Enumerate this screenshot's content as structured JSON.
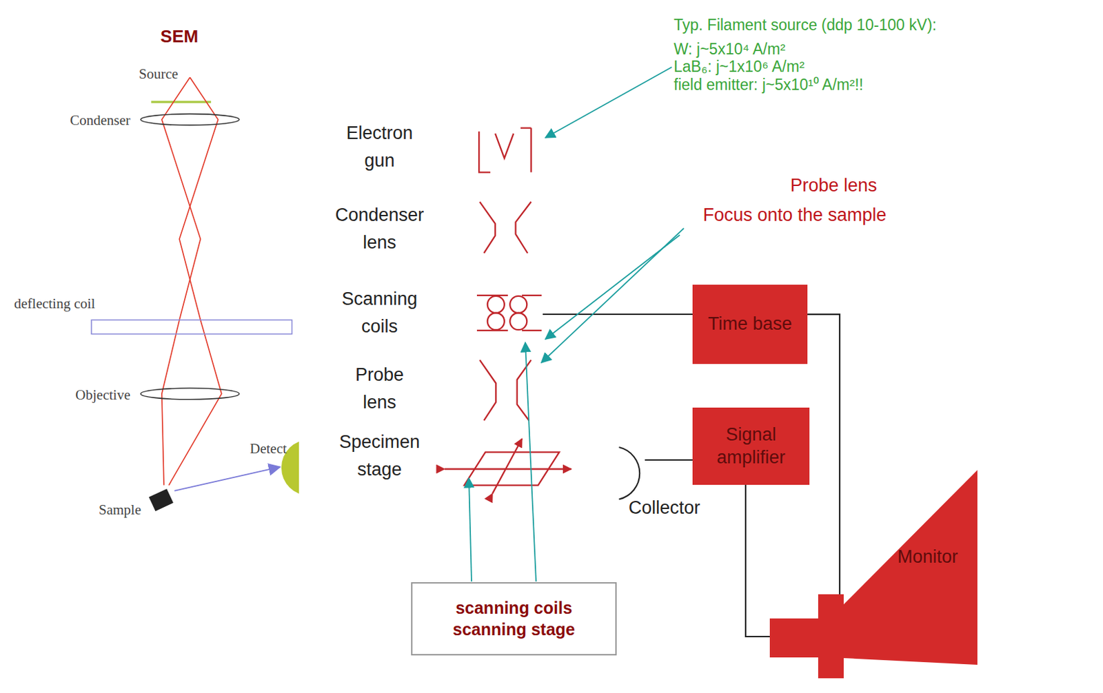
{
  "diagram": {
    "nodes": [
      {
        "text": [
          "Time base"
        ]
      },
      {
        "text": [
          "Signal amplifier"
        ]
      },
      {
        "text": [
          "Monitor"
        ]
      },
      {
        "text": [
          "scanning coils scanning stage"
        ]
      }
    ],
    "edges": [
      {
        "from": 0,
        "to": 2,
        "arrow": "none"
      },
      {
        "from": 1,
        "to": 2,
        "arrow": "none"
      }
    ],
    "labels": [
      "SEM",
      "Source",
      "Condenser",
      "deflecting coil",
      "Objective",
      "Detect",
      "Sample",
      "Typ. Filament source (ddp 10-100 kV):",
      "W: j~5x10⁴ A/m²",
      "LaB₆: j~1x10⁶ A/m²",
      "field emitter: j~5x10¹⁰ A/m²!!",
      "Electron gun",
      "Probe lens",
      "Focus onto the sample",
      "Condenser lens",
      "Scanning coils",
      "Probe lens",
      "Specimen stage",
      "Collector"
    ]
  }
}
